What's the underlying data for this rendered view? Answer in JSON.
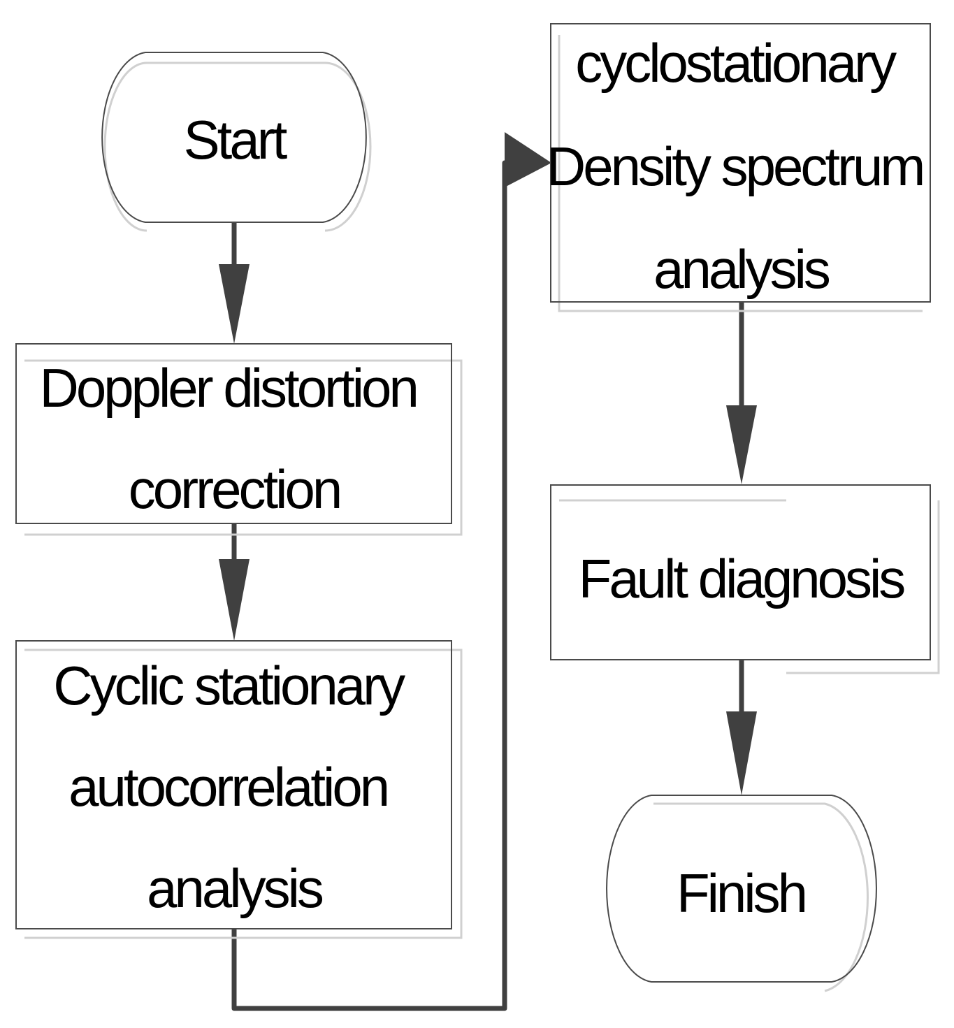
{
  "diagram": {
    "nodes": [
      {
        "id": "start",
        "shape": "terminal",
        "lines": [
          "Start"
        ]
      },
      {
        "id": "doppler",
        "shape": "process",
        "lines": [
          "Doppler distortion",
          "correction"
        ]
      },
      {
        "id": "cyclic",
        "shape": "process",
        "lines": [
          "Cyclic stationary",
          "autocorrelation",
          "analysis"
        ]
      },
      {
        "id": "density",
        "shape": "process",
        "lines": [
          "cyclostationary",
          "Density spectrum",
          "analysis"
        ]
      },
      {
        "id": "fault",
        "shape": "process",
        "lines": [
          "Fault diagnosis"
        ]
      },
      {
        "id": "finish",
        "shape": "terminal",
        "lines": [
          "Finish"
        ]
      }
    ],
    "edges": [
      {
        "from": "start",
        "to": "doppler"
      },
      {
        "from": "doppler",
        "to": "cyclic"
      },
      {
        "from": "cyclic",
        "to": "density"
      },
      {
        "from": "density",
        "to": "fault"
      },
      {
        "from": "fault",
        "to": "finish"
      }
    ],
    "colors": {
      "stroke": "#4a4a4a",
      "shadow": "#d0d0d0",
      "connector": "#404040",
      "text": "#000000"
    }
  }
}
